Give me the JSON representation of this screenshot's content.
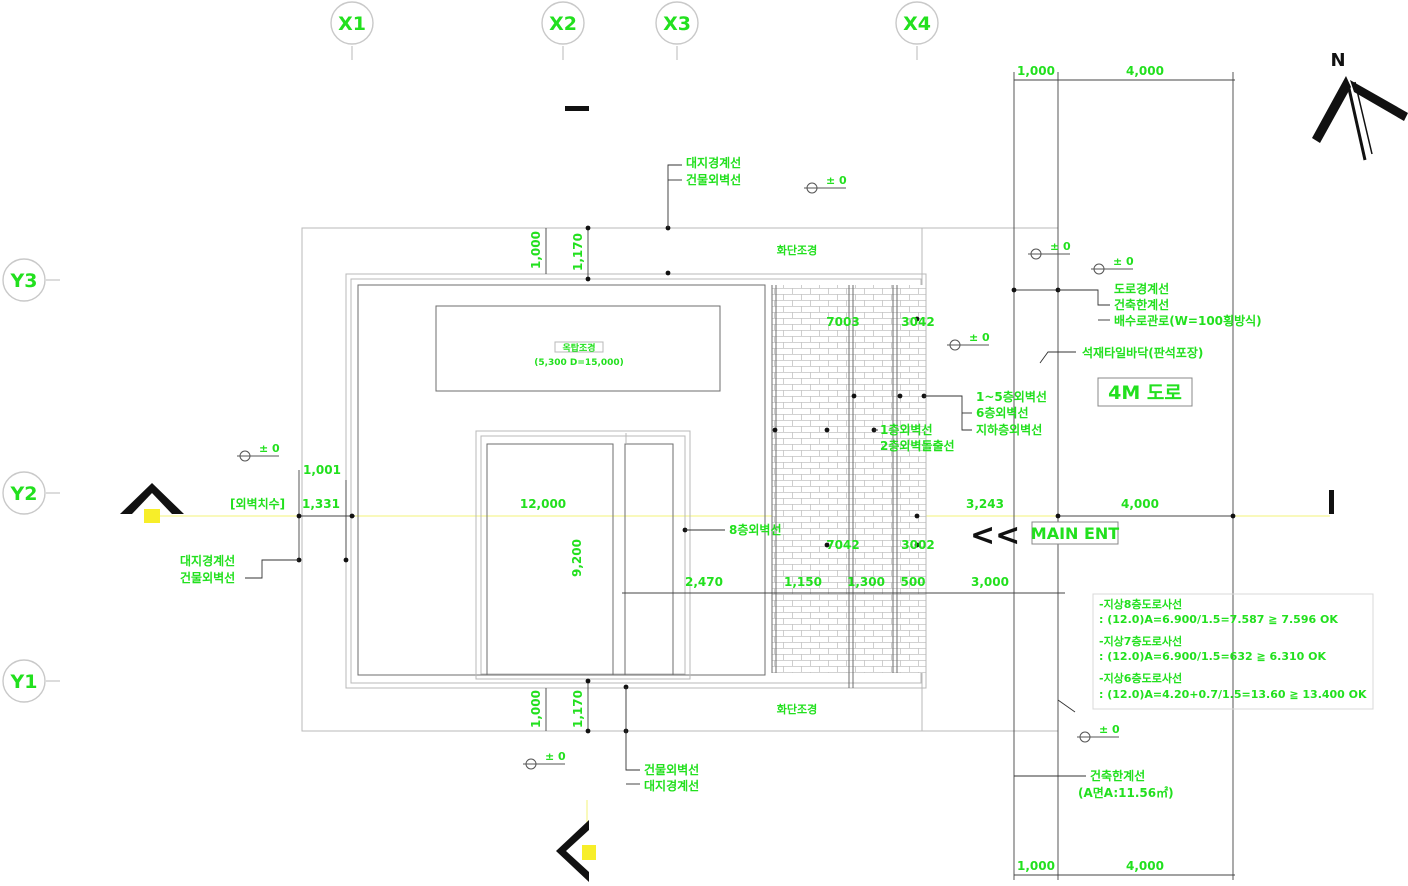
{
  "grid_axes": {
    "x": [
      "X1",
      "X2",
      "X3",
      "X4"
    ],
    "y": [
      "Y3",
      "Y2",
      "Y1"
    ]
  },
  "north_label": "N",
  "road_label": "4M 도로",
  "entrance_label": "MAIN ENT",
  "entrance_arrow": "<<",
  "levels": [
    "± 0",
    "± 0",
    "± 0",
    "± 0",
    "± 0",
    "± 0",
    "± 0"
  ],
  "dimensions": {
    "top_1000": "1,000",
    "top_4000": "4,000",
    "bottom_1000": "1,000",
    "bottom_4000": "4,000",
    "v_top_1000": "1,000",
    "v_top_1170": "1,170",
    "v_bot_1000": "1,000",
    "v_bot_1170": "1,170",
    "d_1001": "1,001",
    "d_1331": "1,331",
    "d_12000": "12,000",
    "d_9200": "9,200",
    "d_2470": "2,470",
    "d_1150": "1,150",
    "d_1300": "1,300",
    "d_500": "500",
    "d_3000": "3,000",
    "d_3243": "3,243",
    "d_4000_mid": "4,000",
    "d_7003": "7003",
    "d_3042": "3042",
    "d_7042": "7042",
    "d_3002": "3002"
  },
  "notes": {
    "site_boundary_top_1": "대지경계선",
    "site_boundary_top_2": "건물외벽선",
    "site_boundary_left_1": "대지경계선",
    "site_boundary_left_2": "건물외벽선",
    "wall_bottom_1": "건물외벽선",
    "wall_bottom_2": "대지경계선",
    "road_1": "도로경계선",
    "road_2": "건축한계선",
    "road_3": "배수로관로(W=100횡방식)",
    "paving": "석재타일바닥(판석포장)",
    "floors_1": "1~5층외벽선",
    "floors_2": "6층외벽선",
    "floors_3": "지하층외벽선",
    "first_floor_1": "1층외벽선",
    "first_floor_2": "2층외벽돌출선",
    "eighth_floor": "8층외벽선",
    "outer_dim_label": "[외벽치수]",
    "setback_1": "건축한계선",
    "setback_2": "(A면A:11.56㎡)",
    "planting_top": "화단조경",
    "planting_bottom": "화단조경",
    "roof_1": "옥탑조경",
    "roof_2": "(5,300 D=15,000)",
    "calc_1": "-지상8층도로사선",
    "calc_2": ": (12.0)A=6.900/1.5=7.587 ≧ 7.596 OK",
    "calc_3": "-지상7층도로사선",
    "calc_4": ": (12.0)A=6.900/1.5=632 ≧ 6.310 OK",
    "calc_5": "-지상6층도로사선",
    "calc_6": ": (12.0)A=4.20+0.7/1.5=13.60 ≧ 13.400 OK"
  }
}
